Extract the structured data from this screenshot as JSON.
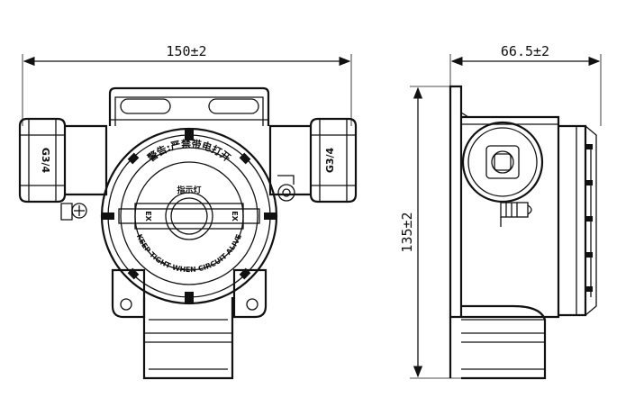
{
  "dimensions": {
    "width_front": "150±2",
    "depth_side": "66.5±2",
    "height": "135±2"
  },
  "labels": {
    "port_left": "G3/4",
    "port_right": "G3/4",
    "warning_cn": "警告:严禁带电打开",
    "indicator_cn": "指示灯",
    "warning_en": "KEEP TIGHT WHEN CIRCUIT ALIVE",
    "mark_left": "EX",
    "mark_right": "EX"
  }
}
